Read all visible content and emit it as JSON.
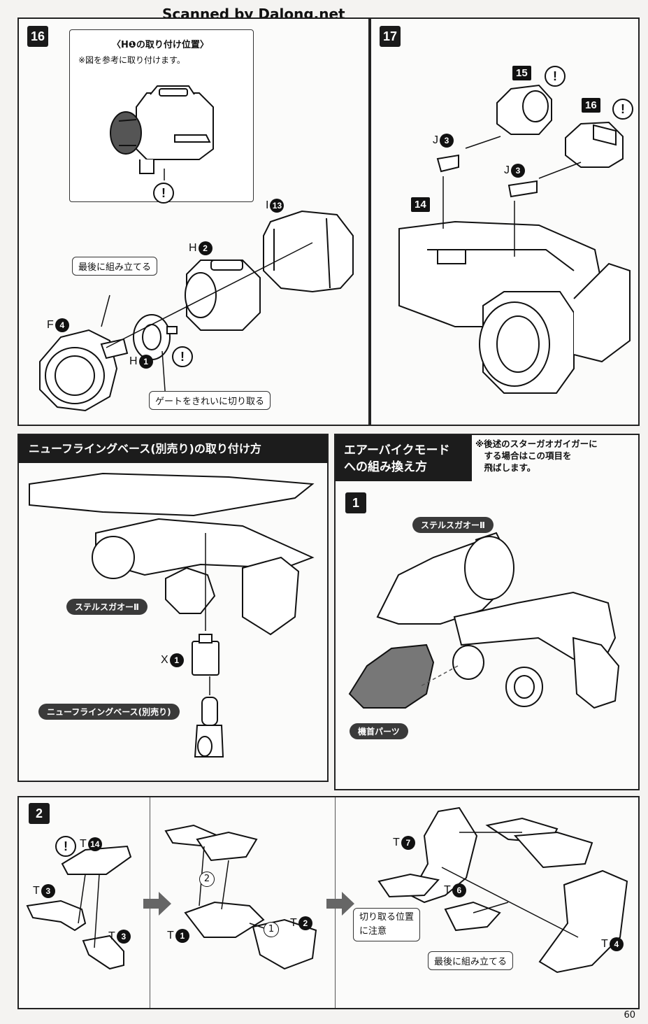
{
  "header": {
    "scan_credit": "Scanned by Dalong.net"
  },
  "page_number": "60",
  "step16": {
    "number": "16",
    "inset_title": "〈H❶の取り付け位置〉",
    "inset_note": "※図を参考に取り付けます。",
    "callout_last": "最後に組み立てる",
    "callout_gate": "ゲートをきれいに切り取る",
    "parts": {
      "i13": {
        "letter": "I",
        "num": "13"
      },
      "h2": {
        "letter": "H",
        "num": "2"
      },
      "f4": {
        "letter": "F",
        "num": "4"
      },
      "h1": {
        "letter": "H",
        "num": "1"
      }
    }
  },
  "step17": {
    "number": "17",
    "badges": {
      "b15": "15",
      "b16": "16",
      "b14": "14"
    },
    "parts": {
      "j3a": {
        "letter": "J",
        "num": "3"
      },
      "j3b": {
        "letter": "J",
        "num": "3"
      }
    }
  },
  "flying_base": {
    "title": "ニューフライングベース(別売り)の取り付け方",
    "label_stealth": "ステルスガオーⅡ",
    "label_base": "ニューフライングベース(別売り)",
    "parts": {
      "x1": {
        "letter": "X",
        "num": "1"
      }
    }
  },
  "airbike": {
    "title_line1": "エアーバイクモード",
    "title_line2": "への組み換え方",
    "note": "※後述のスターガオガイガーに\n　する場合はこの項目を\n　飛ばします。",
    "step_number": "1",
    "label_stealth": "ステルスガオーⅡ",
    "label_nose": "機首パーツ"
  },
  "step2": {
    "number": "2",
    "callout_cut": "切り取る位置\nに注意",
    "callout_last": "最後に組み立てる",
    "order_1": "1",
    "order_2": "2",
    "parts": {
      "t14": {
        "letter": "T",
        "num": "14"
      },
      "t3a": {
        "letter": "T",
        "num": "3"
      },
      "t3b": {
        "letter": "T",
        "num": "3"
      },
      "t1": {
        "letter": "T",
        "num": "1"
      },
      "t2": {
        "letter": "T",
        "num": "2"
      },
      "t7": {
        "letter": "T",
        "num": "7"
      },
      "t6": {
        "letter": "T",
        "num": "6"
      },
      "t4": {
        "letter": "T",
        "num": "4"
      }
    }
  },
  "warning_mark": "!"
}
